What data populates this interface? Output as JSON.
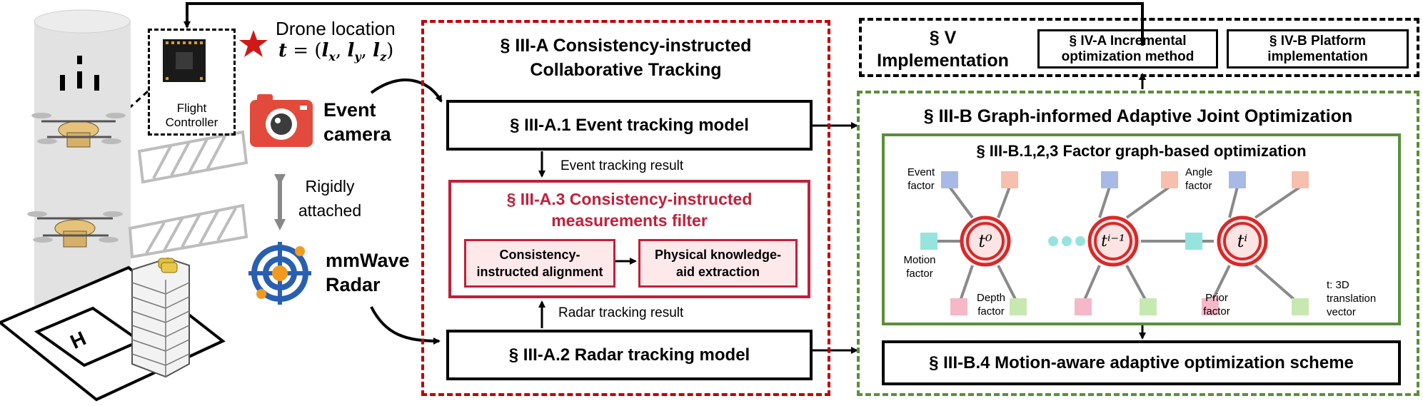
{
  "colors": {
    "red_dashed": "#c00000",
    "red_filter": "#c0203a",
    "green": "#5a8f3a",
    "black": "#000000",
    "node_red": "#d62a2a",
    "node_fill": "#fde4e4",
    "factor_blue": "#a9b9e6",
    "factor_orange": "#f6bfae",
    "factor_cyan": "#96e3df",
    "factor_pink": "#f5b8c8",
    "factor_green": "#c8e8b2",
    "star_red": "#d01818",
    "radar_blue": "#2a5fb0",
    "radar_orange": "#f29a1f"
  },
  "left": {
    "flight_controller_label": "Flight Controller",
    "drone_location_label": "Drone location",
    "drone_location_formula": "t = (l_x, l_y, l_z)",
    "event_camera_label": "Event camera",
    "rigidly_attached_label": "Rigidly attached",
    "mmwave_label": "mmWave Radar",
    "helipad_letter": "H"
  },
  "section_a": {
    "title": "§ III-A Consistency-instructed Collaborative Tracking",
    "event_model": "§ III-A.1 Event tracking model",
    "event_result": "Event tracking result",
    "filter_title": "§ III-A.3 Consistency-instructed measurements filter",
    "alignment": "Consistency-instructed alignment",
    "extraction": "Physical knowledge-aid extraction",
    "radar_result": "Radar tracking result",
    "radar_model": "§ III-A.2 Radar tracking model"
  },
  "section_v": {
    "implementation": "§ V Implementation",
    "incremental": "§ IV-A Incremental optimization method",
    "platform": "§ IV-B Platform implementation"
  },
  "section_b": {
    "title": "§ III-B Graph-informed Adaptive Joint Optimization",
    "factor_graph_title": "§ III-B.1,2,3 Factor graph-based optimization",
    "event_factor": "Event factor",
    "angle_factor": "Angle factor",
    "motion_factor": "Motion factor",
    "depth_factor": "Depth factor",
    "prior_factor": "Prior factor",
    "t_note": "t: 3D translation vector",
    "node_labels": [
      "t⁰",
      "tⁱ⁻¹",
      "tⁱ"
    ],
    "motion_scheme": "§ III-B.4 Motion-aware adaptive optimization scheme"
  }
}
